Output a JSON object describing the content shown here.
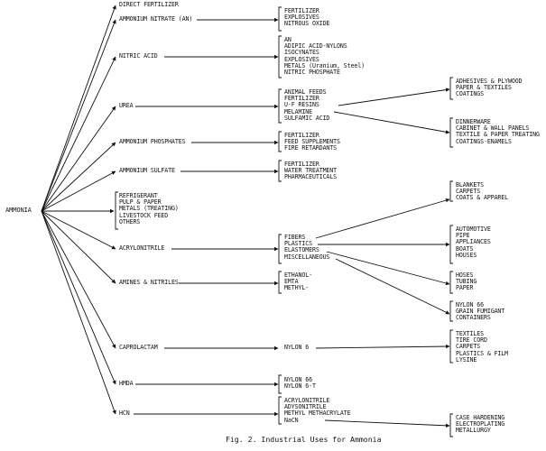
{
  "root": "AMMONIA",
  "level1": {
    "direct": "DIRECT FERTILIZER",
    "an": "AMMONIUM NITRATE (AN)",
    "nitric": "NITRIC ACID",
    "urea": "UREA",
    "phos": "AMMONIUM PHOSPHATES",
    "sulf": "AMMONIUM SULFATE",
    "misc": [
      "REFRIGERANT",
      "PULP & PAPER",
      "METALS (TREATING)",
      "LIVESTOCK FEED",
      "OTHERS"
    ],
    "acryl": "ACRYLONITRILE",
    "amines": "AMINES & NITRILES",
    "capro": "CAPROLACTAM",
    "hmda": "HMDA",
    "hcn": "HCN"
  },
  "level2": {
    "an": [
      "FERTILIZER",
      "EXPLOSIVES",
      "NITROUS OXIDE"
    ],
    "nitric": [
      "AN",
      "ADIPIC ACID-NYLONS",
      "ISOCYNATES",
      "EXPLOSIVES",
      "METALS (Uranium, Steel)",
      "NITRIC PHOSPHATE"
    ],
    "urea": [
      "ANIMAL FEEDS",
      "FERTILIZER",
      "U-F RESINS",
      "MELAMINE",
      "SULFAMIC ACID"
    ],
    "phos": [
      "FERTILIZER",
      "FEED SUPPLEMENTS",
      "FIRE RETARDANTS"
    ],
    "sulf": [
      "FERTILIZER",
      "WATER TREATMENT",
      "PHARMACEUTICALS"
    ],
    "acryl": [
      "FIBERS",
      "PLASTICS",
      "ELASTOMERS",
      "MISCELLANEOUS"
    ],
    "amines": [
      "ETHANOL-",
      "EMTA",
      "METHYL-"
    ],
    "capro": [
      "NYLON 6"
    ],
    "hmda": [
      "NYLON 66",
      "NYLON 6-T"
    ],
    "hcn": [
      "ACRYLONITRILE",
      "ADYSONITRILE",
      "METHYL METHACRYLATE",
      "NaCN"
    ]
  },
  "level3": {
    "ufresins": [
      "ADHESIVES & PLYWOOD",
      "PAPER & TEXTILES",
      "COATINGS"
    ],
    "melamine": [
      "DINNERWARE",
      "CABINET & WALL PANELS",
      "TEXTILE & PAPER TREATING",
      "COATINGS-ENAMELS"
    ],
    "fibers": [
      "BLANKETS",
      "CARPETS",
      "COATS & APPAREL"
    ],
    "plastics": [
      "AUTOMOTIVE",
      "PIPE",
      "APPLIANCES",
      "BOATS",
      "HOUSES"
    ],
    "elastomers": [
      "HOSES",
      "TUBING",
      "PAPER"
    ],
    "miscellaneous": [
      "NYLON 66",
      "GRAIN FUMIGANT",
      "CONTAINERS"
    ],
    "nylon6": [
      "TEXTILES",
      "TIRE CORD",
      "CARPETS",
      "PLASTICS & FILM",
      "LYSINE"
    ],
    "nacn": [
      "CASE HARDENING",
      "ELECTROPLATING",
      "METALLURGY"
    ]
  },
  "caption": "Fig. 2.  Industrial Uses for Ammonia"
}
